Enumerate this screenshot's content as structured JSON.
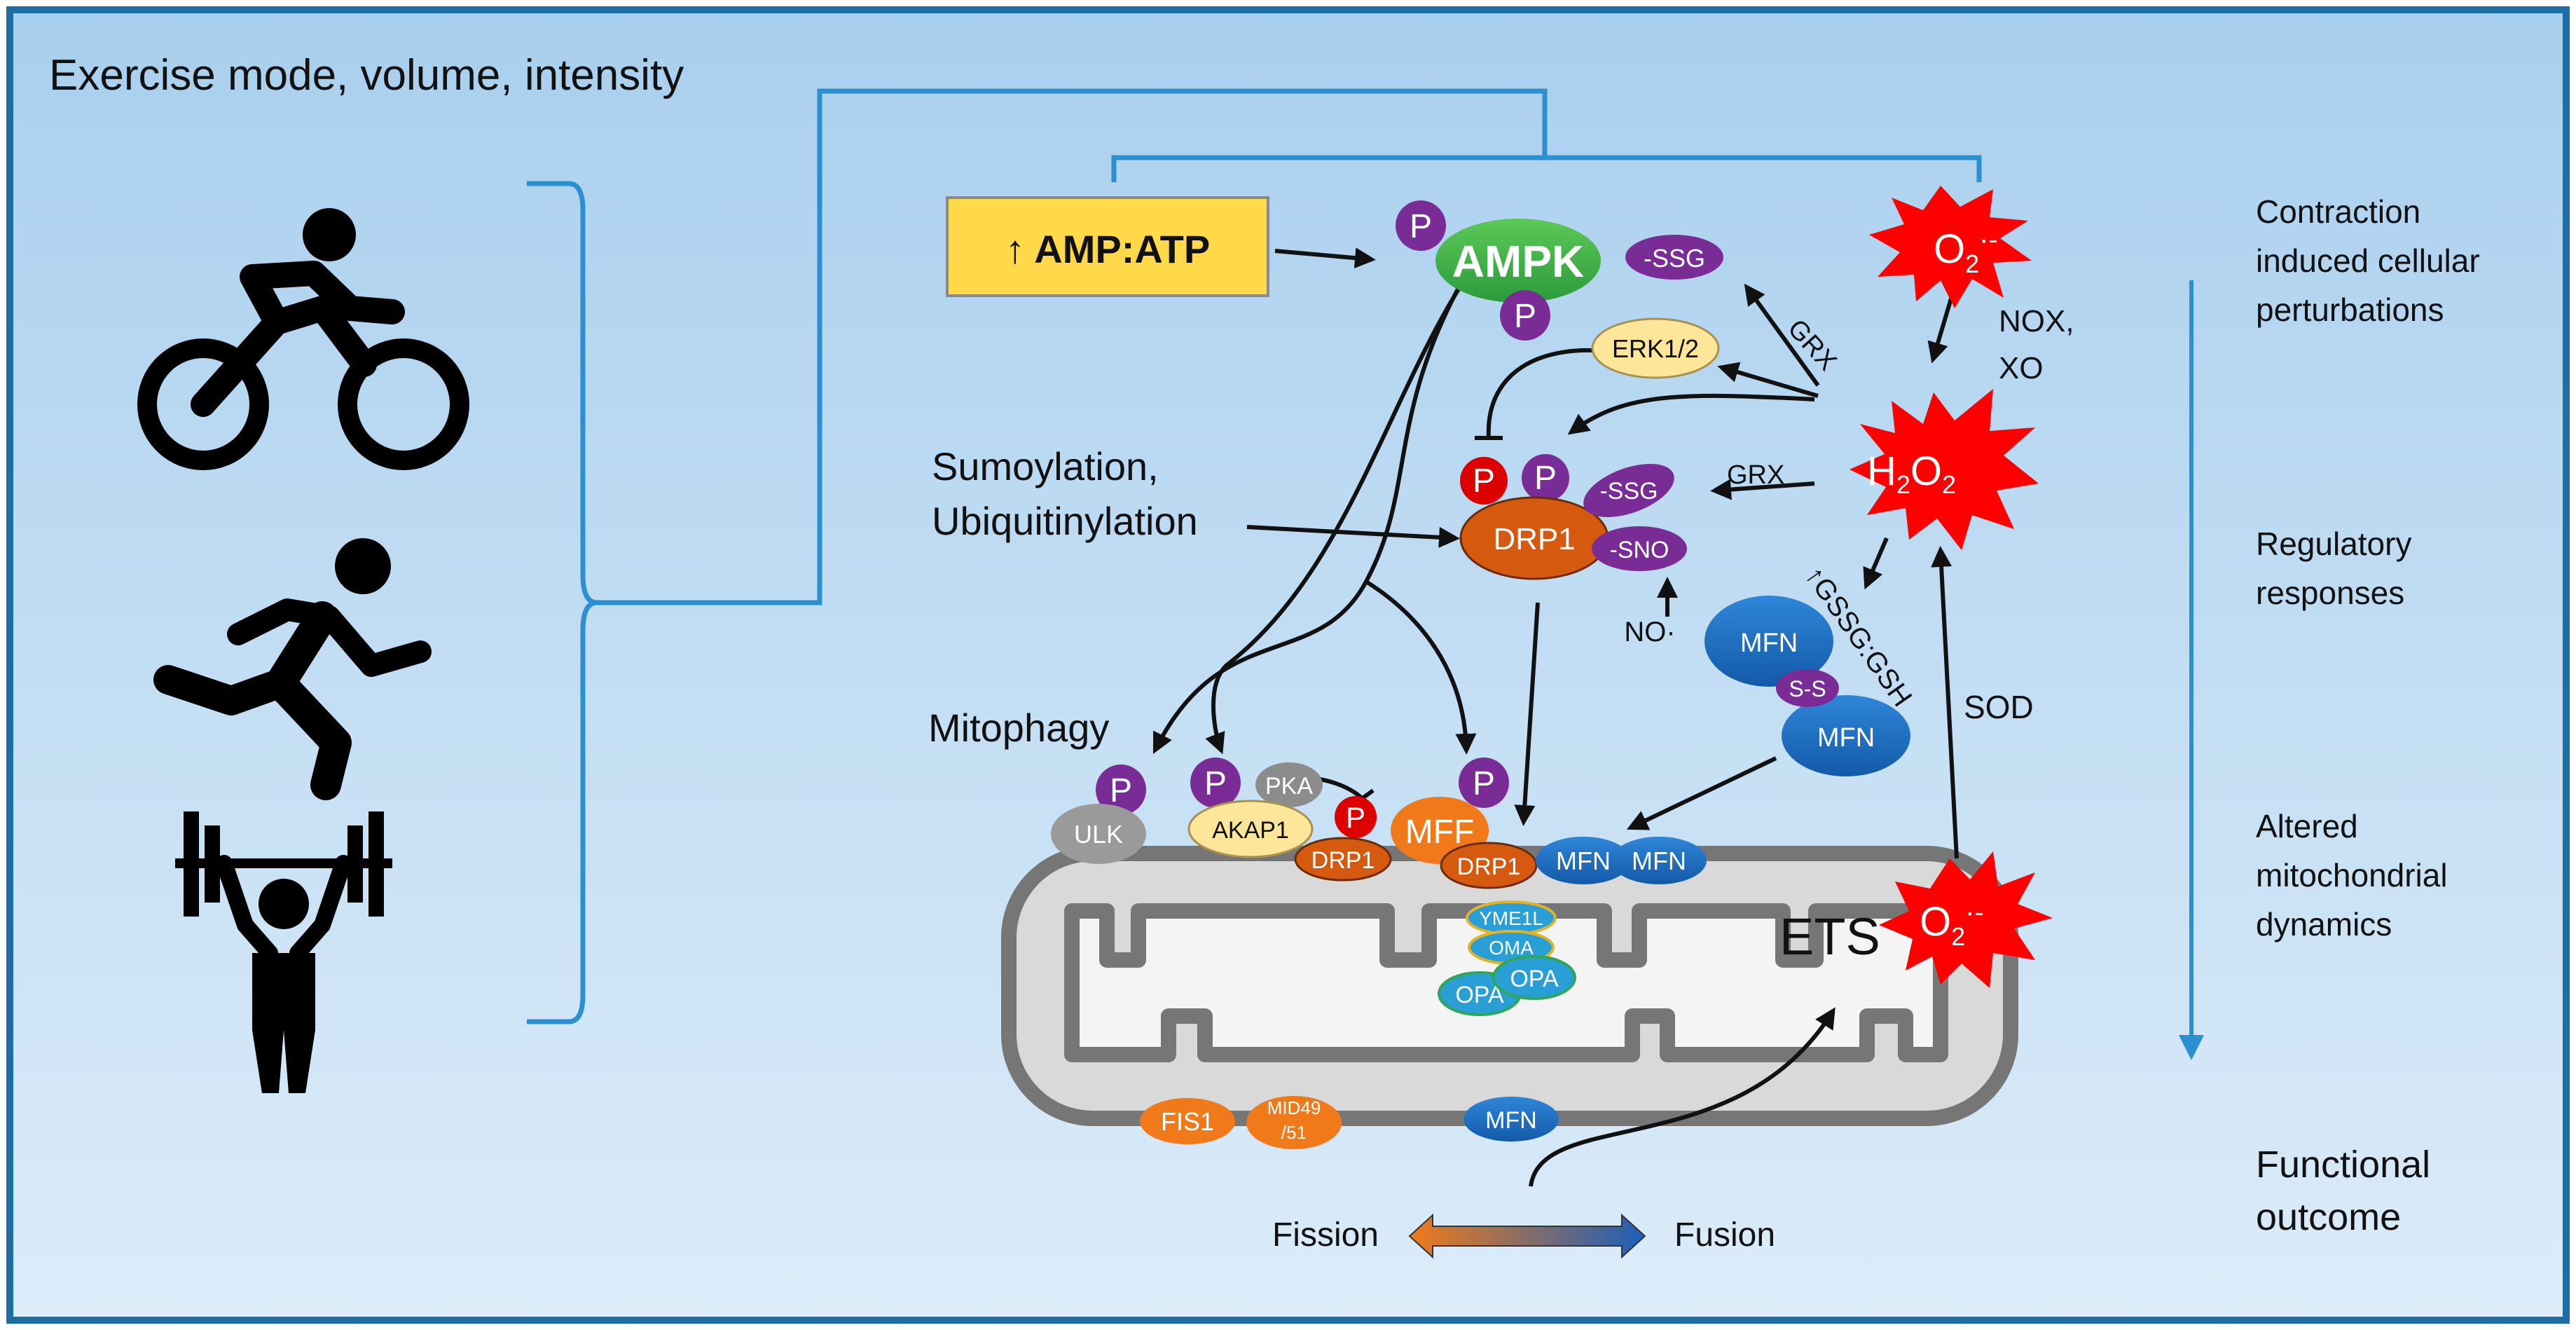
{
  "colors": {
    "frame": "#1d6fa3",
    "bg_top": "#a9cfee",
    "bg_bottom": "#dcecf9",
    "accent_blue": "#2c8fd0",
    "purple": "#7a2c96",
    "green": "#37b24d",
    "orange": "#e8651a",
    "dark_orange": "#d55a10",
    "red": "#ff0000",
    "blue": "#1e6fc3",
    "gray": "#8c8c8c",
    "yellow": "#ffd94a",
    "cyan": "#2a9fd6"
  },
  "header": {
    "title": "Exercise mode, volume, intensity"
  },
  "exercise_icons": [
    "cycling-icon",
    "running-icon",
    "weightlifting-icon"
  ],
  "stages": {
    "s1": [
      "Contraction",
      "induced cellular",
      "perturbations"
    ],
    "s2": [
      "Regulatory",
      "responses"
    ],
    "s3": [
      "Altered",
      "mitochondrial",
      "dynamics"
    ],
    "s4": [
      "Functional",
      "outcome"
    ]
  },
  "nodes": {
    "amp_atp": "↑ AMP:ATP",
    "ampk": "AMPK",
    "p": "P",
    "ssg": "-SSG",
    "sno": "-SNO",
    "erk": "ERK1/2",
    "drp1": "DRP1",
    "grx": "GRX",
    "nox": "NOX,",
    "xo": "XO",
    "no": "NO·",
    "o2": "O",
    "o2_sub": "2",
    "o2_sup": "·-",
    "h2o2_h": "H",
    "h2o2_2a": "2",
    "h2o2_o": "O",
    "h2o2_2b": "2",
    "sumo1": "Sumoylation,",
    "sumo2": "Ubiquitinylation",
    "gssg": "↑GSSG:GSH",
    "mfn": "MFN",
    "ss": "S-S",
    "sod": "SOD",
    "mitophagy": "Mitophagy",
    "ulk": "ULK",
    "pka": "PKA",
    "akap1": "AKAP1",
    "mff": "MFF",
    "yme1l": "YME1L",
    "oma": "OMA",
    "opa": "OPA",
    "ets": "ETS",
    "fis1": "FIS1",
    "mid1": "MID49",
    "mid2": "/51",
    "fission": "Fission",
    "fusion": "Fusion"
  }
}
